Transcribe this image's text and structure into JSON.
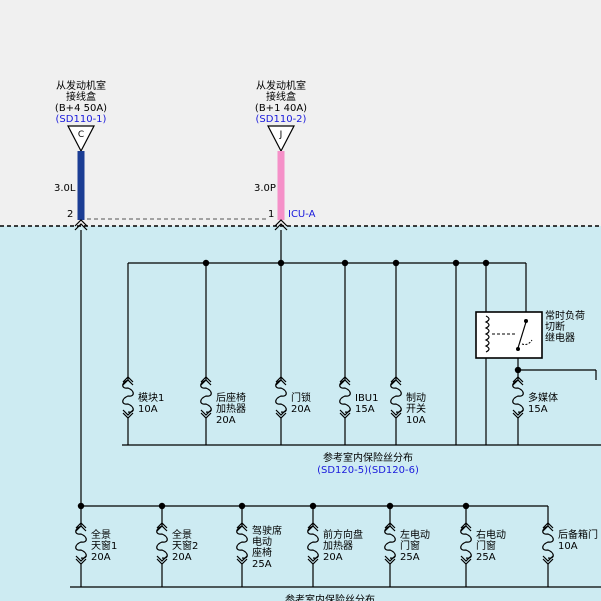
{
  "colors": {
    "top_bg": "#f0f0f0",
    "bottom_bg": "#cdebf2",
    "wire_blue": "#1b3d94",
    "wire_pink": "#f590c8",
    "ref_text": "#1a1adc"
  },
  "sources": [
    {
      "lines": [
        "从发动机室",
        "接线盒",
        "(B+4 50A)"
      ],
      "ref": "(SD110-1)",
      "pin": "C",
      "wire_size": "3.0L",
      "terminal": "2",
      "wire_color_name": "blue"
    },
    {
      "lines": [
        "从发动机室",
        "接线盒",
        "(B+1 40A)"
      ],
      "ref": "(SD110-2)",
      "pin": "J",
      "wire_size": "3.0P",
      "terminal": "1",
      "connector": "ICU-A",
      "wire_color_name": "pink"
    }
  ],
  "relay": {
    "lines": [
      "常时负荷",
      "切断",
      "继电器"
    ]
  },
  "row1_fuses": [
    {
      "lines": [
        "模块1",
        "10A"
      ]
    },
    {
      "lines": [
        "后座椅",
        "加热器",
        "20A"
      ]
    },
    {
      "lines": [
        "门锁",
        "20A"
      ]
    },
    {
      "lines": [
        "IBU1",
        "15A"
      ]
    },
    {
      "lines": [
        "制动",
        "开关",
        "10A"
      ]
    },
    {
      "lines": [
        "多媒体",
        "15A"
      ]
    }
  ],
  "row1_reference": {
    "title": "参考室内保险丝分布",
    "ref": "(SD120-5)(SD120-6)"
  },
  "row2_fuses": [
    {
      "lines": [
        "全景",
        "天窗1",
        "20A"
      ]
    },
    {
      "lines": [
        "全景",
        "天窗2",
        "20A"
      ]
    },
    {
      "lines": [
        "驾驶席",
        "电动",
        "座椅",
        "25A"
      ]
    },
    {
      "lines": [
        "前方向盘",
        "加热器",
        "20A"
      ]
    },
    {
      "lines": [
        "左电动",
        "门窗",
        "25A"
      ]
    },
    {
      "lines": [
        "右电动",
        "门窗",
        "25A"
      ]
    },
    {
      "lines": [
        "后备箱门",
        "10A"
      ]
    }
  ],
  "row2_reference": {
    "title": "参考室内保险丝分布"
  }
}
